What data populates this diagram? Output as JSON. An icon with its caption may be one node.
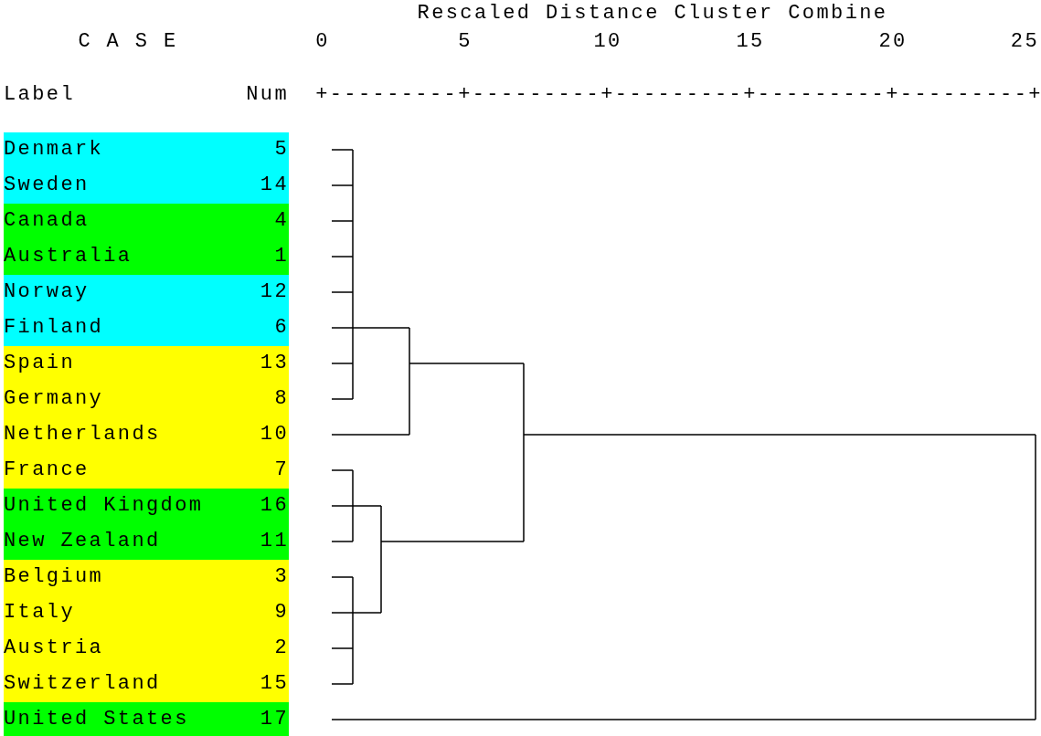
{
  "diagram": {
    "title": "Rescaled Distance Cluster Combine",
    "nodes": [
      {
        "text": [
          "Denmark",
          "5"
        ]
      },
      {
        "text": [
          "Sweden",
          "14"
        ]
      },
      {
        "text": [
          "Canada",
          "4"
        ]
      },
      {
        "text": [
          "Australia",
          "1"
        ]
      },
      {
        "text": [
          "Norway",
          "12"
        ]
      },
      {
        "text": [
          "Finland",
          "6"
        ]
      },
      {
        "text": [
          "Spain",
          "13"
        ]
      },
      {
        "text": [
          "Germany",
          "8"
        ]
      },
      {
        "text": [
          "Netherlands",
          "10"
        ]
      },
      {
        "text": [
          "France",
          "7"
        ]
      },
      {
        "text": [
          "United Kingdom",
          "16"
        ]
      },
      {
        "text": [
          "New Zealand",
          "11"
        ]
      },
      {
        "text": [
          "Belgium",
          "3"
        ]
      },
      {
        "text": [
          "Italy",
          "9"
        ]
      },
      {
        "text": [
          "Austria",
          "2"
        ]
      },
      {
        "text": [
          "Switzerland",
          "15"
        ]
      },
      {
        "text": [
          "United States",
          "17"
        ]
      }
    ],
    "edges": [],
    "labels": [
      "C A S E",
      "0",
      "5",
      "10",
      "15",
      "20",
      "25",
      "Label",
      "Num",
      "+---------+---------+---------+---------+---------+"
    ]
  }
}
